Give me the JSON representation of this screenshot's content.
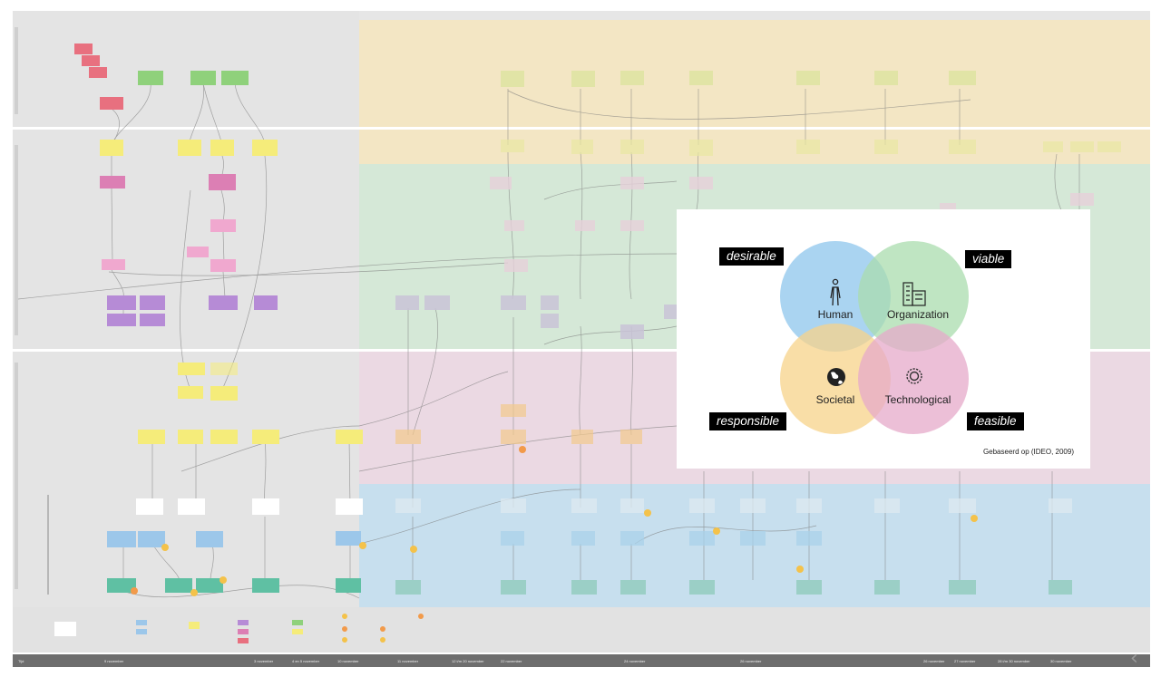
{
  "board": {
    "timeline_label": "Tijd",
    "timeline_ticks": [
      "9 november",
      "3 november",
      "4 en 5 november",
      "10 november",
      "11 november",
      "12 t/m 20 november",
      "22 november",
      "24 november",
      "26 november",
      "26 november",
      "27 november",
      "28 t/m 30 november",
      "30 november"
    ],
    "colors": {
      "yellow_band": "#f3e6c4",
      "green_band": "#d5e8d7",
      "pink_band": "#ebd9e3",
      "blue_band": "#c7dfee",
      "grey_band": "#e6e6e6",
      "sticky_red": "#e8707f",
      "sticky_green": "#8fd17b",
      "sticky_yellow": "#f5ec7a",
      "sticky_pink": "#dc7fb4",
      "sticky_purple": "#b68bd6",
      "sticky_blue": "#9cc7ea",
      "sticky_teal": "#5fc0a3",
      "sticky_orange": "#f2c98c"
    }
  },
  "venn": {
    "labels": {
      "desirable": "desirable",
      "viable": "viable",
      "responsible": "responsible",
      "feasible": "feasible"
    },
    "circles": {
      "human": "Human",
      "organization": "Organization",
      "societal": "Societal",
      "technological": "Technological"
    },
    "icons": {
      "human": "person-icon",
      "organization": "building-icon",
      "societal": "globe-icon",
      "technological": "gear-icon"
    },
    "colors": {
      "human": "#8ec6ec",
      "organization": "#a9dcae",
      "societal": "#f7d38a",
      "technological": "#e6a9c9"
    },
    "credit": "Gebaseerd op (IDEO, 2009)"
  },
  "nav": {
    "back_glyph": "‹"
  }
}
